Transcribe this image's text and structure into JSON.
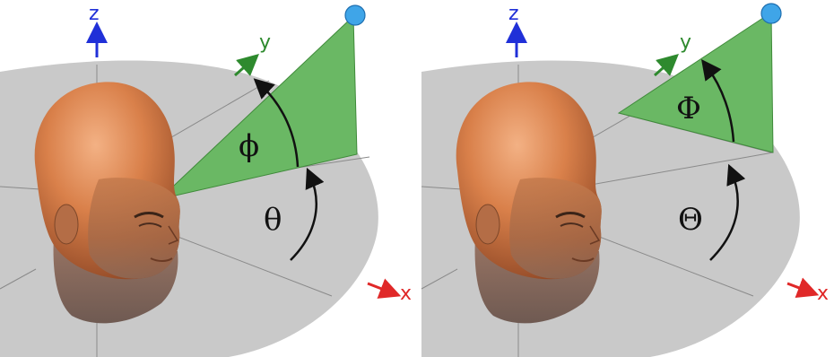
{
  "panels": [
    {
      "id": "left",
      "axes": {
        "z": "z",
        "y": "y",
        "x": "x"
      },
      "elevation_symbol": "ϕ",
      "azimuth_symbol": "θ"
    },
    {
      "id": "right",
      "axes": {
        "z": "z",
        "y": "y",
        "x": "x"
      },
      "elevation_symbol": "Φ",
      "azimuth_symbol": "Θ"
    }
  ],
  "colors": {
    "plane": "#c9c9c9",
    "gridline": "#8a8a8a",
    "wedge": "#6ab864",
    "wedge_edge": "#3f8a3a",
    "source": "#3fa5e8",
    "z_axis": "#2030d8",
    "y_axis": "#2e8a2e",
    "x_axis": "#e02828",
    "arc": "#111111"
  }
}
